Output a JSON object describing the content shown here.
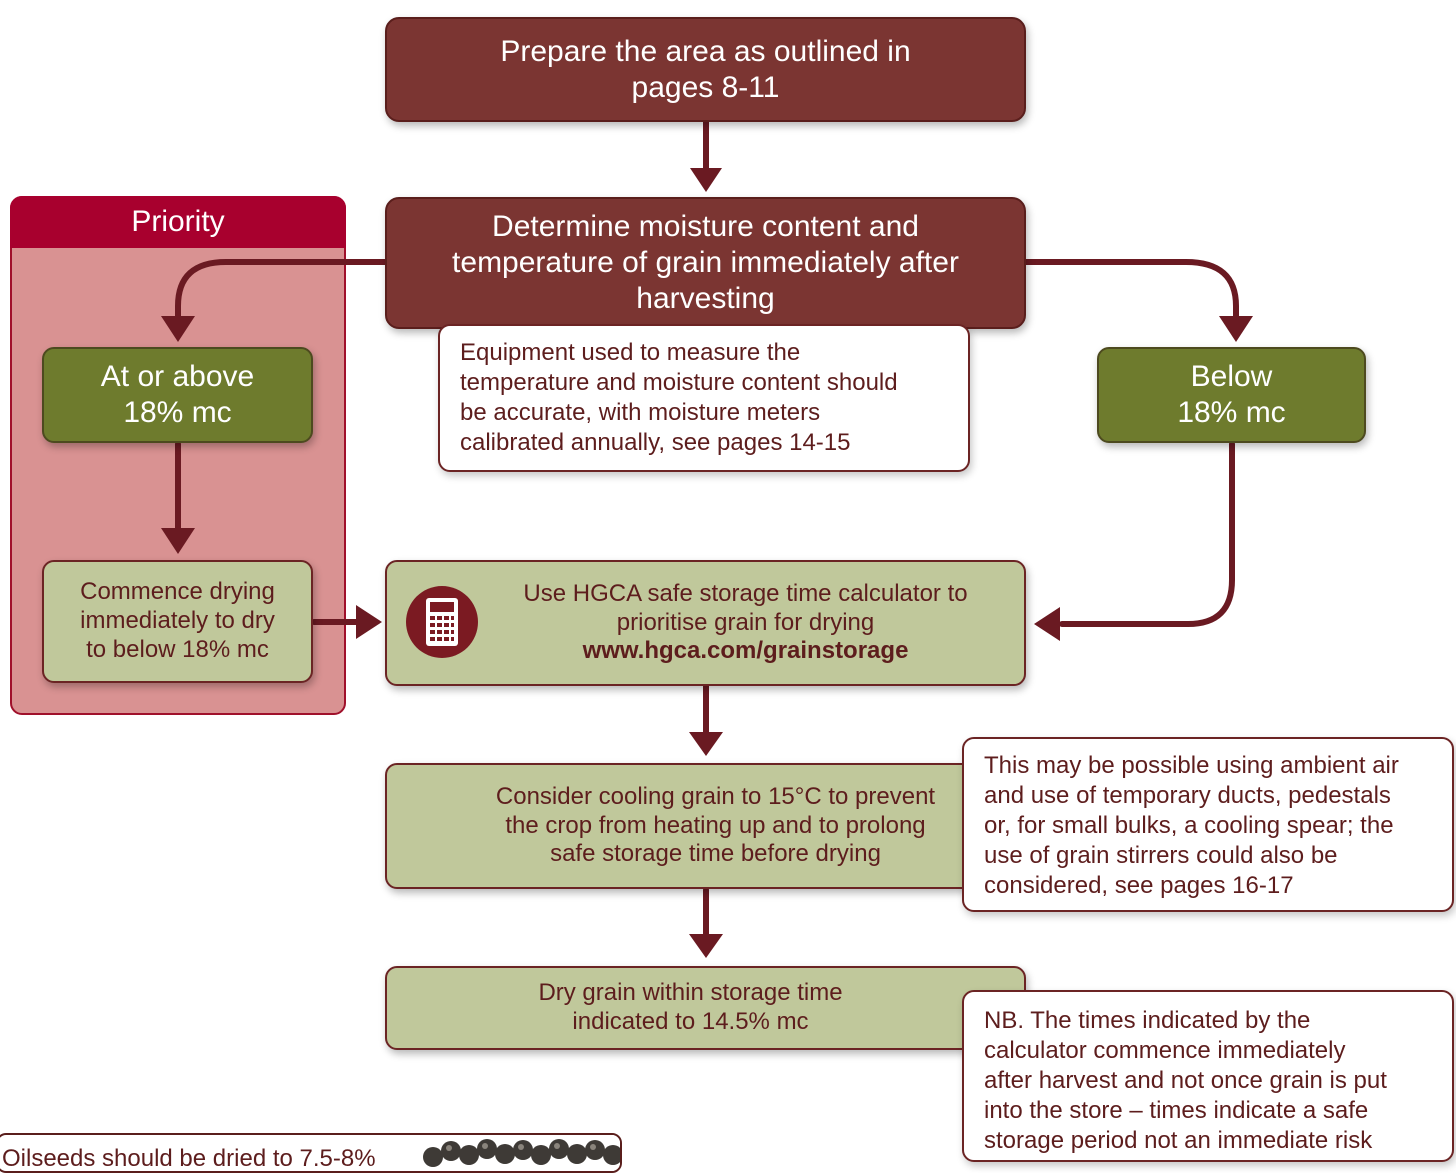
{
  "priority_panel": {
    "title": "Priority"
  },
  "steps": {
    "prepare": {
      "lines": [
        "Prepare the area as outlined in",
        "pages 8-11"
      ]
    },
    "determine": {
      "lines": [
        "Determine moisture content and",
        "temperature of grain immediately after",
        "harvesting"
      ]
    },
    "equipment_note": {
      "lines": [
        "Equipment used to measure the",
        "temperature and moisture content should",
        "be accurate, with moisture meters",
        "calibrated annually, see pages 14-15"
      ]
    },
    "at_or_above": {
      "lines": [
        "At or above",
        "18% mc"
      ]
    },
    "below": {
      "lines": [
        "Below",
        "18% mc"
      ]
    },
    "commence_drying": {
      "lines": [
        "Commence drying",
        "immediately to dry",
        "to below 18% mc"
      ]
    },
    "calculator": {
      "lines": [
        "Use HGCA safe storage time calculator to",
        "prioritise grain for drying"
      ],
      "url": "www.hgca.com/grainstorage",
      "icon": "calculator-icon"
    },
    "consider_cooling": {
      "lines": [
        "Consider cooling grain to 15°C to prevent",
        "the crop from heating up and to prolong",
        "safe storage time before drying"
      ]
    },
    "cooling_note": {
      "lines": [
        "This may be possible using ambient air",
        "and use of temporary ducts, pedestals",
        "or, for small bulks, a cooling spear; the",
        "use of grain stirrers could also be",
        "considered, see pages 16-17"
      ]
    },
    "dry_grain": {
      "lines": [
        "Dry grain within storage time",
        "indicated to 14.5% mc"
      ]
    },
    "nb_note": {
      "lines": [
        "NB. The times indicated by the",
        "calculator commence immediately",
        "after harvest and not once grain is put",
        "into the store – times indicate a safe",
        "storage period not an immediate risk"
      ]
    }
  },
  "oilseed_strip": {
    "text": "Oilseeds should be dried to 7.5-8%"
  },
  "colors": {
    "maroon": "#7b3532",
    "connector": "#6a1a22",
    "green": "#6e7b2d",
    "sage": "#c0c89b",
    "priority_panel": "#d99292",
    "priority_tab": "#a8002e",
    "text_dark": "#5d1d1d"
  }
}
